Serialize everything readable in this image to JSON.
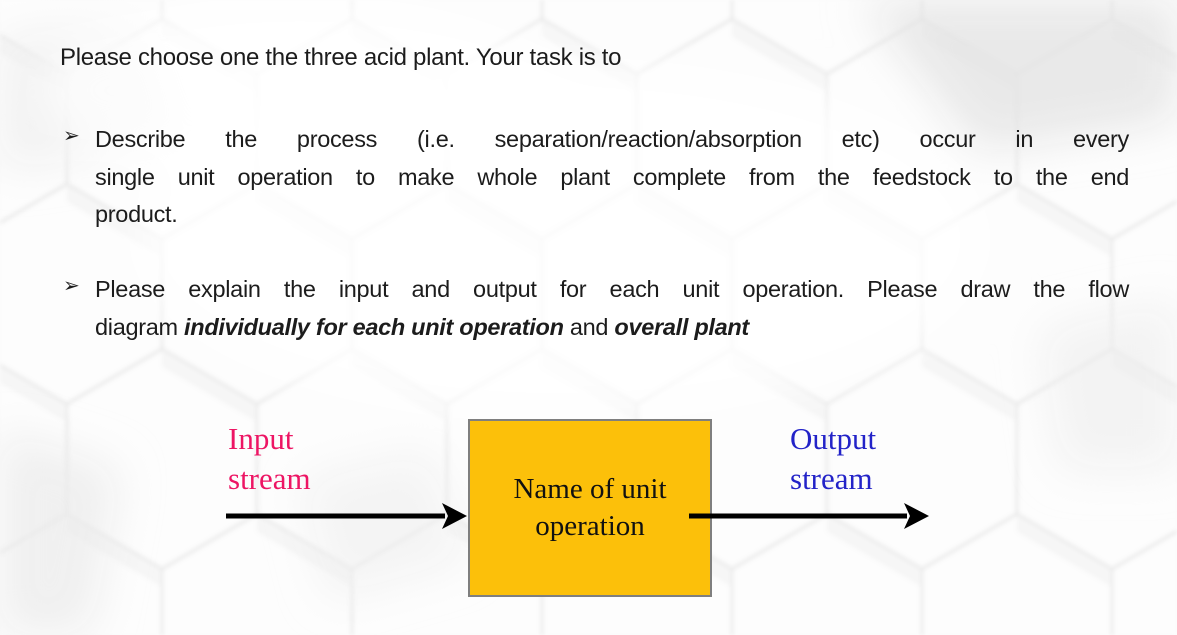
{
  "slide": {
    "title": "Please choose one the three acid plant. Your task is to",
    "bullets": [
      {
        "marker": "➢",
        "lines": [
          "Describe the process (i.e. separation/reaction/absorption etc) occur in every",
          "single unit operation to make whole plant complete from the feedstock to the end",
          "product."
        ]
      },
      {
        "marker": "➢",
        "line1": "Please explain the input and output for each unit operation. Please draw the flow",
        "line2": {
          "prefix": "diagram ",
          "emphasis1": "individually for each unit operation",
          "middle": " and ",
          "emphasis2": "overall plant"
        }
      }
    ]
  },
  "diagram": {
    "input_label": "Input stream",
    "box_label": "Name of unit operation",
    "output_label": "Output stream",
    "colors": {
      "input_label": "#ED1564",
      "output_label": "#2323C8",
      "box_fill": "#FCC00A",
      "box_border": "#7F7F7F",
      "arrow": "#000000",
      "text": "#1C1C1C"
    }
  }
}
